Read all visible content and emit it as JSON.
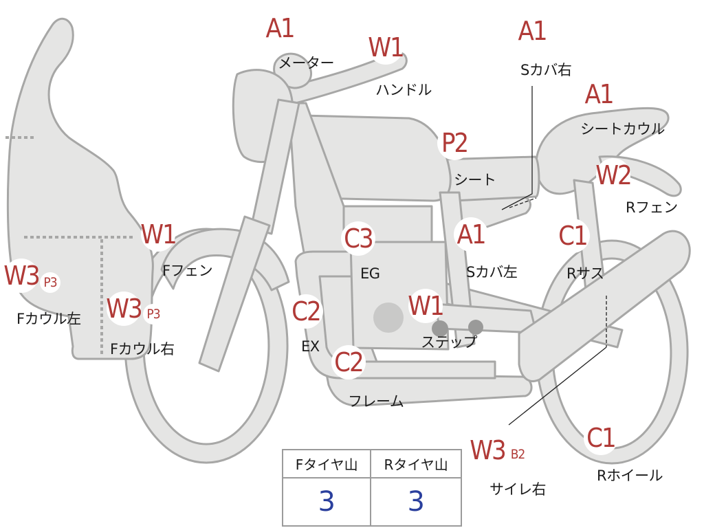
{
  "diagram": {
    "parts": [
      {
        "id": "meter",
        "code": "A1",
        "name": "メーター"
      },
      {
        "id": "handle",
        "code": "W1",
        "name": "ハンドル"
      },
      {
        "id": "side-cover-right",
        "code": "A1",
        "name": "Sカバ右"
      },
      {
        "id": "seat-cowl",
        "code": "A1",
        "name": "シートカウル"
      },
      {
        "id": "seat",
        "code": "P2",
        "name": "シート"
      },
      {
        "id": "rear-fender",
        "code": "W2",
        "name": "Rフェン"
      },
      {
        "id": "front-fender",
        "code": "W1",
        "name": "Fフェン"
      },
      {
        "id": "engine",
        "code": "C3",
        "name": "EG"
      },
      {
        "id": "side-cover-left",
        "code": "A1",
        "name": "Sカバ左"
      },
      {
        "id": "rear-suspension",
        "code": "C1",
        "name": "Rサス"
      },
      {
        "id": "front-cowl-left",
        "code": "W3",
        "sub": "P3",
        "name": "Fカウル左"
      },
      {
        "id": "front-cowl-right",
        "code": "W3",
        "sub": "P3",
        "name": "Fカウル右"
      },
      {
        "id": "exhaust",
        "code": "C2",
        "name": "EX"
      },
      {
        "id": "step",
        "code": "W1",
        "name": "ステップ"
      },
      {
        "id": "frame",
        "code": "C2",
        "name": "フレーム"
      },
      {
        "id": "muffler-right",
        "code": "W3",
        "sub": "B2",
        "name": "サイレ右"
      },
      {
        "id": "rear-wheel",
        "code": "C1",
        "name": "Rホイール"
      }
    ]
  },
  "tire_table": {
    "headers": [
      "Fタイヤ山",
      "Rタイヤ山"
    ],
    "values": [
      "3",
      "3"
    ]
  },
  "colors": {
    "code_text": "#b03a37",
    "tire_value": "#2a3f9d",
    "body_fill": "#e5e5e4",
    "body_outline": "#a7a7a6"
  }
}
